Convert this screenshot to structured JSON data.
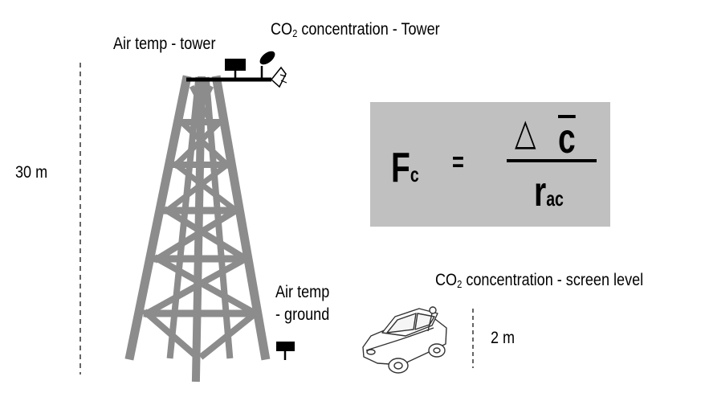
{
  "labels": {
    "air_temp_tower": "Air temp - tower",
    "co2_tower_prefix": "CO",
    "co2_tower_sub": "2",
    "co2_tower_suffix": " concentration - Tower",
    "height_30m": "30 m",
    "air_temp_ground_line1": "Air temp",
    "air_temp_ground_line2": "- ground",
    "co2_screen_prefix": "CO",
    "co2_screen_sub": "2",
    "co2_screen_suffix": " concentration - screen level",
    "height_2m": "2 m"
  },
  "formula": {
    "lhs_main": "F",
    "lhs_sub": "c",
    "equals": "=",
    "numerator_delta": "△",
    "numerator_var": "c",
    "denominator_main": "r",
    "denominator_sub": "ac"
  },
  "colors": {
    "tower": "#8c8c8c",
    "formula_box": "#c0c0c0",
    "sensor": "#000000"
  }
}
